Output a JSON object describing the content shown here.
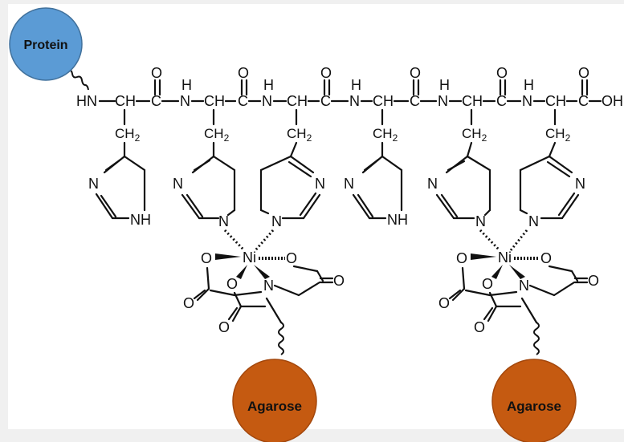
{
  "labels": {
    "protein": "Protein",
    "agarose_left": "Agarose",
    "agarose_right": "Agarose"
  },
  "colors": {
    "protein": "#5b9bd5",
    "protein_stroke": "#41719c",
    "agarose": "#c55a11",
    "agarose_stroke": "#a3470c",
    "panel": "#ffffff"
  },
  "backbone": {
    "n_terminus": "HN",
    "c_terminus": "OH"
  }
}
